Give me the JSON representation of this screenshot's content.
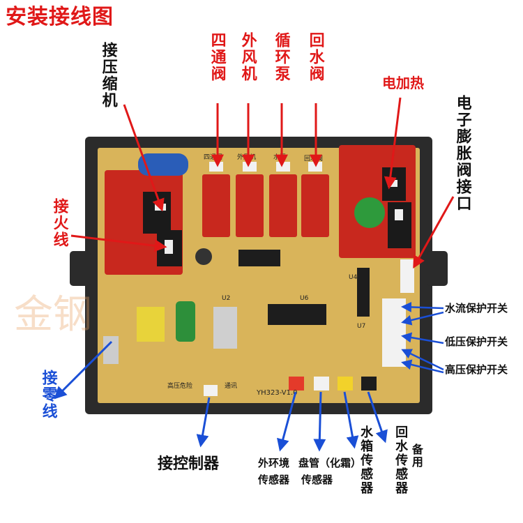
{
  "title": "安装接线图",
  "watermark": "金钢",
  "labels": {
    "compressor": "接压缩机",
    "four_way_valve": "四通阀",
    "outdoor_fan": "外风机",
    "circulation_pump": "循环泵",
    "return_valve": "回水阀",
    "electric_heat": "电加热",
    "expansion_valve": "电子膨胀阀接口",
    "live_wire": "接火线",
    "neutral_wire": "接零线",
    "water_flow_switch": "水流保护开关",
    "low_pressure_switch": "低压保护开关",
    "high_pressure_switch": "高压保护开关",
    "controller": "接控制器",
    "ambient_sensor_1": "外环境",
    "ambient_sensor_2": "传感器",
    "coil_sensor_1": "盘管（化霜）",
    "coil_sensor_2": "传感器",
    "tank_sensor": "水箱传感器",
    "return_water_sensor": "回水传感器",
    "spare": "备用"
  },
  "board": {
    "relay_labels": [
      "四通阀",
      "外风机",
      "水泵",
      "回水阀"
    ],
    "model": "YH323-V1.0",
    "warning": "高压危险",
    "comm_label": "通讯",
    "ic_labels": [
      "U2",
      "U4",
      "U6",
      "U7"
    ]
  },
  "colors": {
    "red": "#e01818",
    "blue": "#1a4fd6",
    "board": "#d9b45a",
    "relay": "#c8281e",
    "case": "#2b2b2b"
  }
}
